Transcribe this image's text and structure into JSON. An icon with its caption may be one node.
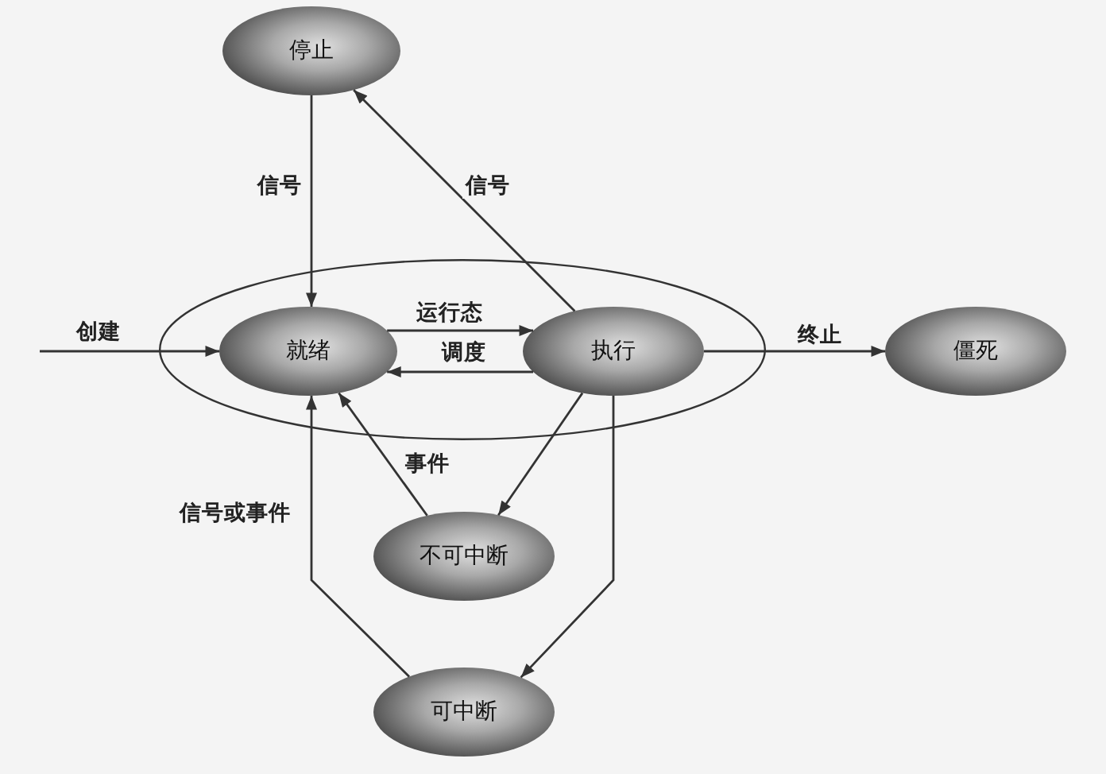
{
  "diagram": {
    "nodes": [
      {
        "text": [
          "停止"
        ]
      },
      {
        "text": [],
        "shape": "ellipse"
      },
      {
        "text": [
          "就绪"
        ],
        "in": 1
      },
      {
        "text": [
          "执行"
        ],
        "in": 1
      },
      {
        "text": [
          "僵死"
        ]
      },
      {
        "text": [
          "不可中断"
        ]
      },
      {
        "text": [
          "可中断"
        ]
      }
    ],
    "edges": [
      {
        "from": null,
        "to": 2,
        "arrow": "to",
        "label": "创建"
      },
      {
        "from": 0,
        "to": 2,
        "arrow": "to",
        "label": "信号"
      },
      {
        "from": 3,
        "to": 0,
        "arrow": "to",
        "label": "信号"
      },
      {
        "from": 2,
        "to": 3,
        "arrow": "to",
        "label": "运行态"
      },
      {
        "from": 3,
        "to": 2,
        "arrow": "to",
        "label": "调度"
      },
      {
        "from": 3,
        "to": 4,
        "arrow": "to",
        "label": "终止"
      },
      {
        "from": 5,
        "to": 2,
        "arrow": "to",
        "label": "事件"
      },
      {
        "from": 6,
        "to": 2,
        "arrow": "to",
        "label": "信号或事件"
      },
      {
        "from": 3,
        "to": 5,
        "arrow": "to"
      },
      {
        "from": 3,
        "to": 6,
        "arrow": "to"
      }
    ]
  }
}
